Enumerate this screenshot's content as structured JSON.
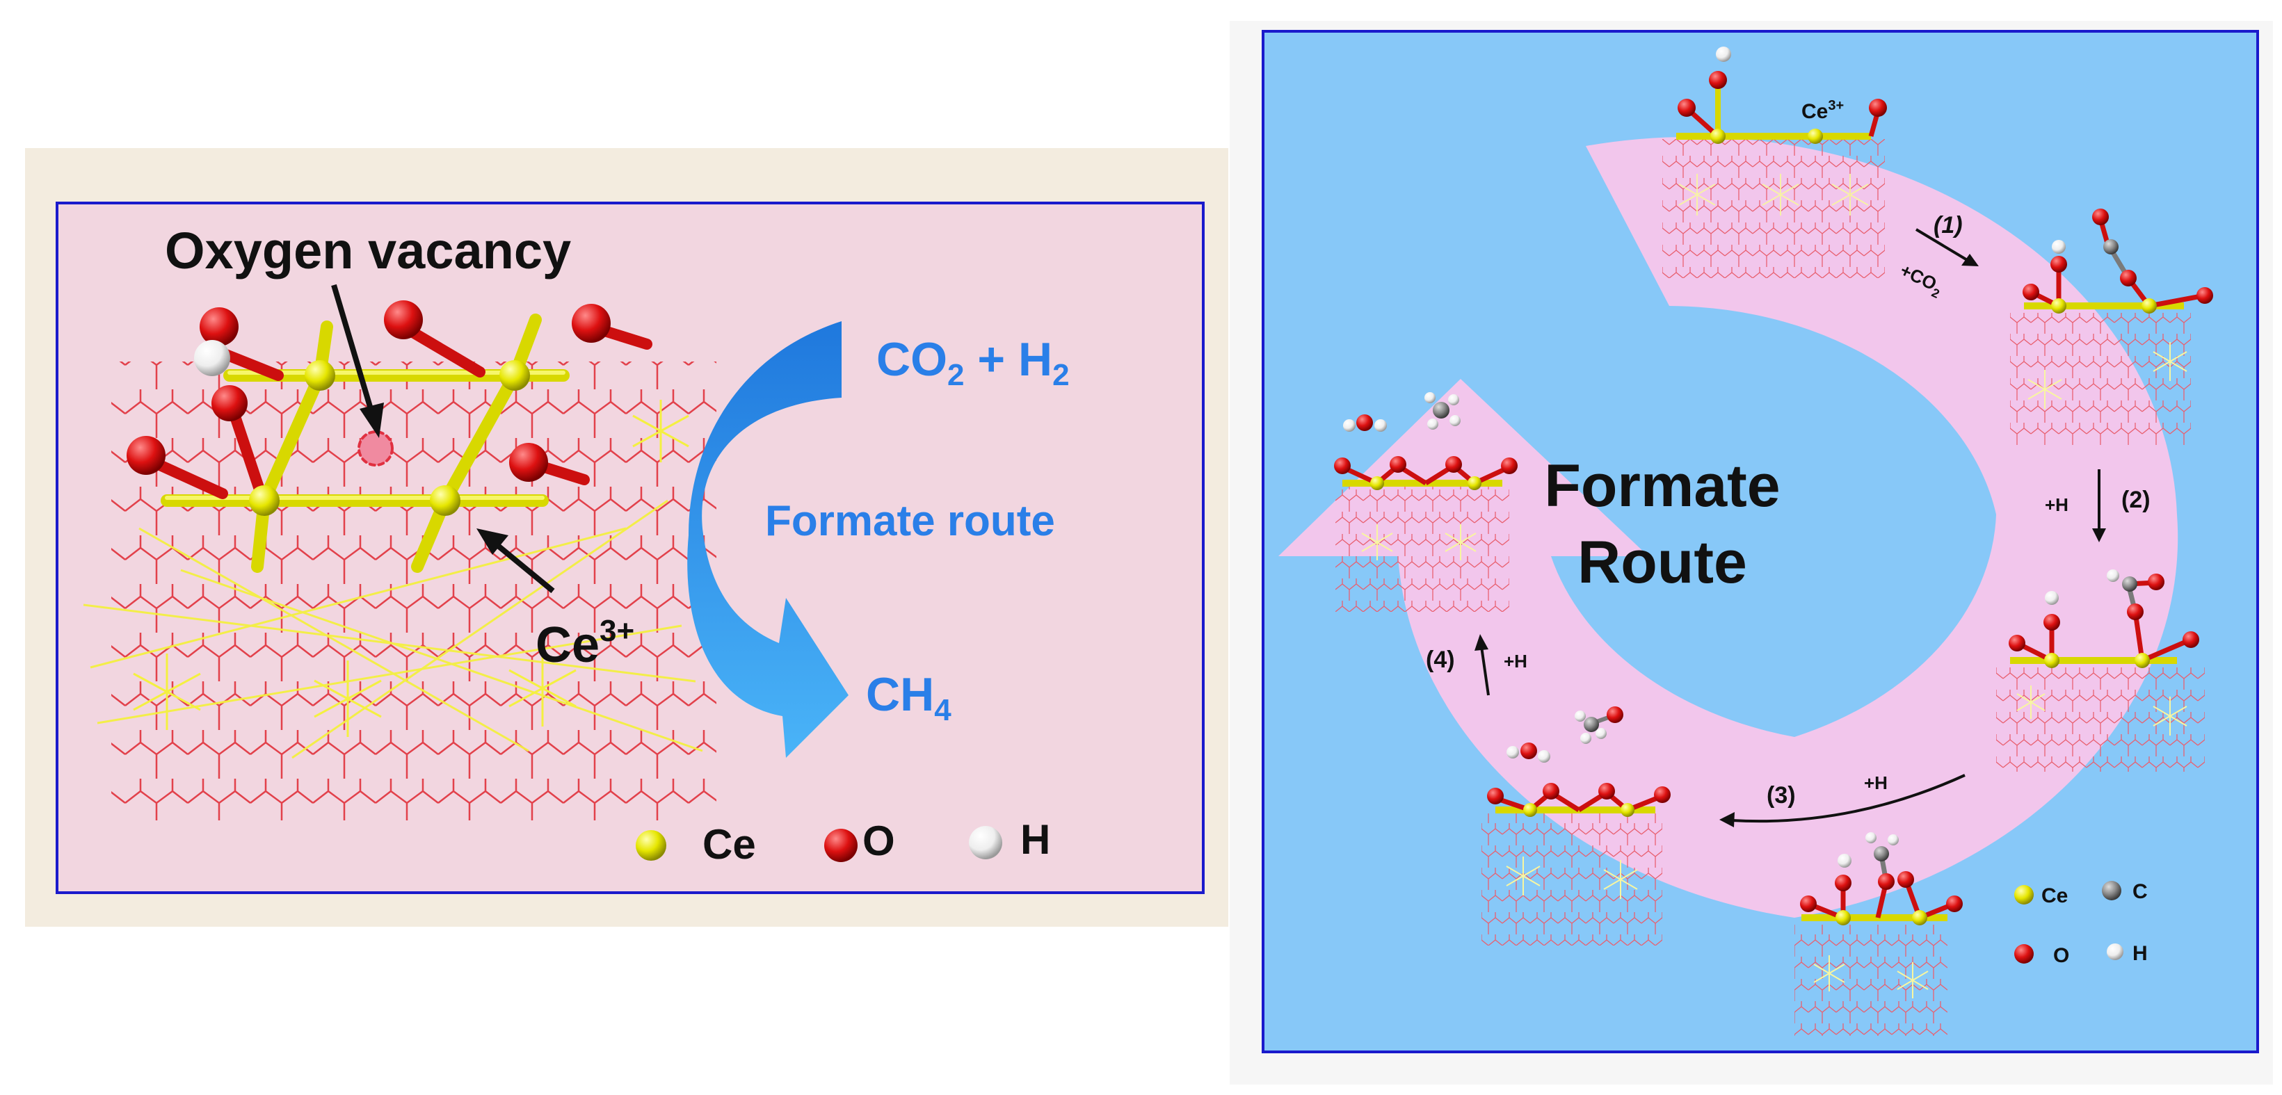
{
  "left_panel": {
    "vacancy_label": "Oxygen vacancy",
    "cerium_label": "Ce",
    "cerium_sup": "3+",
    "reactants": {
      "a": "CO",
      "a_sub": "2",
      "plus": " + H",
      "b_sub": "2"
    },
    "route_label": "Formate route",
    "product": {
      "main": "CH",
      "sub": "4"
    },
    "legend": [
      {
        "label": "Ce",
        "color": "#e6e600"
      },
      {
        "label": "O",
        "color": "#dd1111"
      },
      {
        "label": "H",
        "color": "#f2f2f2"
      }
    ]
  },
  "right_panel": {
    "center_title_line1": "Formate",
    "center_title_line2": "Route",
    "top_site_label": "Ce",
    "top_site_sup": "3+",
    "steps": [
      {
        "number": "(1)",
        "reagent": "+CO",
        "reagent_sub": "2"
      },
      {
        "number": "(2)",
        "reagent": "+H"
      },
      {
        "number": "(3)",
        "reagent": "+H"
      },
      {
        "number": "(4)",
        "reagent": "+H"
      }
    ],
    "legend": [
      {
        "label": "Ce",
        "color": "#e6e600"
      },
      {
        "label": "C",
        "color": "#8a8a8a"
      },
      {
        "label": "O",
        "color": "#dd1111"
      },
      {
        "label": "H",
        "color": "#f4f4f4"
      }
    ]
  },
  "colors": {
    "left_background": "#f2d6e0",
    "right_background": "#87c8f8",
    "cycle_arrow": "#f2c6ec",
    "route_arrow": "#2a8ee8",
    "route_text": "#2a7fe8",
    "panel_border": "#1a1acc"
  }
}
